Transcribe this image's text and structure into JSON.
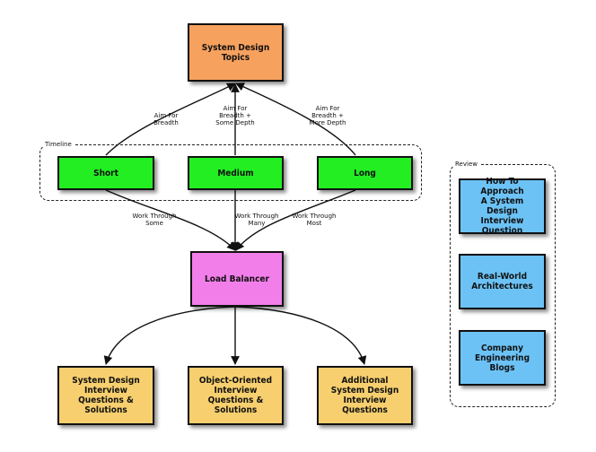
{
  "colors": {
    "orange": "#f7a15e",
    "green": "#22ee22",
    "pink": "#f17ee9",
    "yellow": "#f7cf6e",
    "blue": "#6cc2f5",
    "stroke": "#111111"
  },
  "nodes": {
    "topics": "System Design\nTopics",
    "short": "Short",
    "medium": "Medium",
    "long": "Long",
    "load_balancer": "Load Balancer",
    "sd_questions": "System Design\nInterview\nQuestions &\nSolutions",
    "oo_questions": "Object-Oriented\nInterview\nQuestions &\nSolutions",
    "additional_questions": "Additional\nSystem Design\nInterview\nQuestions",
    "how_to_approach": "How To Approach\nA System Design\nInterview\nQuestion",
    "real_world": "Real-World\nArchitectures",
    "company_blogs": "Company\nEngineering\nBlogs"
  },
  "groups": {
    "timeline": "Timeline",
    "review": "Review"
  },
  "edge_labels": {
    "aim_breadth": "Aim For\nBreadth",
    "aim_some_depth": "Aim For\nBreadth +\nSome Depth",
    "aim_more_depth": "Aim For\nBreadth +\nMore Depth",
    "work_some": "Work Through\nSome",
    "work_many": "Work Through\nMany",
    "work_most": "Work Through\nMost"
  }
}
